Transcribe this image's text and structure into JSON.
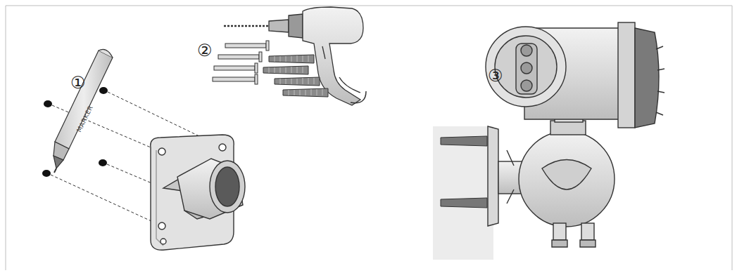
{
  "diagram": {
    "labels": [
      "①",
      "②",
      "③",
      "MARKER"
    ]
  }
}
